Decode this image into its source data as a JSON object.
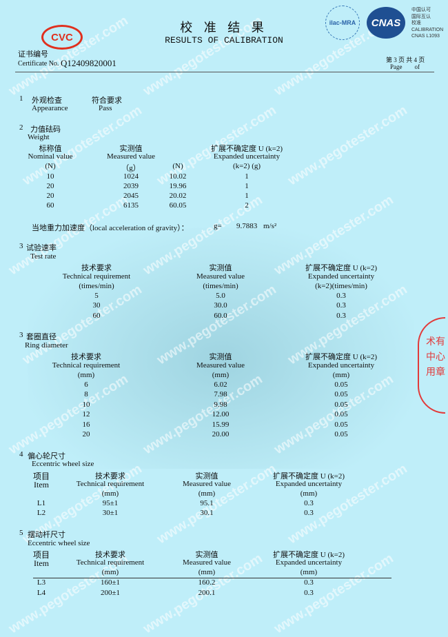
{
  "watermark": "www.pegotester.com",
  "header": {
    "logo": "CVC",
    "title_cn": "校 准 结 果",
    "title_en": "RESULTS OF CALIBRATION",
    "ilac": "ilac-MRA",
    "cnas": "CNAS",
    "cnas_lines": [
      "中国认可",
      "国际互认",
      "校准",
      "CALIBRATION",
      "CNAS L1093"
    ],
    "cert_label_cn": "证书编号",
    "cert_label_en": "Certificate No.",
    "cert_no": "Q12409820001",
    "page_cn": "第 3 页 共 4 页",
    "page_en": "Page        of",
    "stamp_text": "术有 中心 用章"
  },
  "s1": {
    "num": "1",
    "title_cn": "外观检查",
    "title_en": "Appearance",
    "result_cn": "符合要求",
    "result_en": "Pass"
  },
  "s2": {
    "num": "2",
    "title_cn": "力值砝码",
    "title_en": "Weight",
    "rows": [
      [
        "标称值",
        "实测值",
        "",
        "扩展不确定度 U (k=2)"
      ],
      [
        "Nominal value",
        "Measured value",
        "",
        "Expanded uncertainty"
      ],
      [
        "(N)",
        "（g）",
        "(N)",
        "(k=2) (g)"
      ],
      [
        "10",
        "1024",
        "10.02",
        "1"
      ],
      [
        "20",
        "2039",
        "19.96",
        "1"
      ],
      [
        "20",
        "2045",
        "20.02",
        "1"
      ],
      [
        "60",
        "6135",
        "60.05",
        "2"
      ]
    ],
    "gravity_label": "当地重力加速度（local acceleration of gravity）：",
    "gravity_g": "g=",
    "gravity_value": "9.7883",
    "gravity_unit": "m/s²"
  },
  "s3": {
    "num": "3",
    "title_cn": "试验速率",
    "title_en": "Test rate",
    "rows": [
      [
        "技术要求",
        "实测值",
        "扩展不确定度 U (k=2)"
      ],
      [
        "Technical requirement",
        "Measured value",
        "Expanded uncertainty"
      ],
      [
        "(times/min)",
        "(times/min)",
        "(k=2)(times/min)"
      ],
      [
        "5",
        "5.0",
        "0.3"
      ],
      [
        "30",
        "30.0",
        "0.3"
      ],
      [
        "60",
        "60.0",
        "0.3"
      ]
    ]
  },
  "s4": {
    "num": "3",
    "title_cn": "套圈直径",
    "title_en": "Ring diameter",
    "rows": [
      [
        "技术要求",
        "实测值",
        "扩展不确定度 U (k=2)"
      ],
      [
        "Technical requirement",
        "Measured value",
        "Expanded uncertainty"
      ],
      [
        "(mm)",
        "(mm)",
        "(mm)"
      ],
      [
        "6",
        "6.02",
        "0.05"
      ],
      [
        "8",
        "7.98",
        "0.05"
      ],
      [
        "10",
        "9.98",
        "0.05"
      ],
      [
        "12",
        "12.00",
        "0.05"
      ],
      [
        "16",
        "15.99",
        "0.05"
      ],
      [
        "20",
        "20.00",
        "0.05"
      ]
    ]
  },
  "s5": {
    "num": "4",
    "title_cn": "偏心轮尺寸",
    "title_en": "Eccentric wheel size",
    "rows": [
      [
        "项目",
        "技术要求",
        "实测值",
        "扩展不确定度 U (k=2)"
      ],
      [
        "Item",
        "Technical requirement",
        "Measured value",
        "Expanded uncertainty"
      ],
      [
        "",
        "(mm)",
        "(mm)",
        "(mm)"
      ],
      [
        "L1",
        "95±1",
        "95.1",
        "0.3"
      ],
      [
        "L2",
        "30±1",
        "30.1",
        "0.3"
      ]
    ]
  },
  "s6": {
    "num": "5",
    "title_cn": "摆动杆尺寸",
    "title_en": "Eccentric wheel size",
    "rows": [
      [
        "项目",
        "技术要求",
        "实测值",
        "扩展不确定度 U (k=2)"
      ],
      [
        "Item",
        "Technical requirement",
        "Measured value",
        "Expanded uncertainty"
      ],
      [
        "",
        "(mm)",
        "(mm)",
        "(mm)"
      ],
      [
        "L3",
        "160±1",
        "160.2",
        "0.3"
      ],
      [
        "L4",
        "200±1",
        "200.1",
        "0.3"
      ]
    ]
  }
}
